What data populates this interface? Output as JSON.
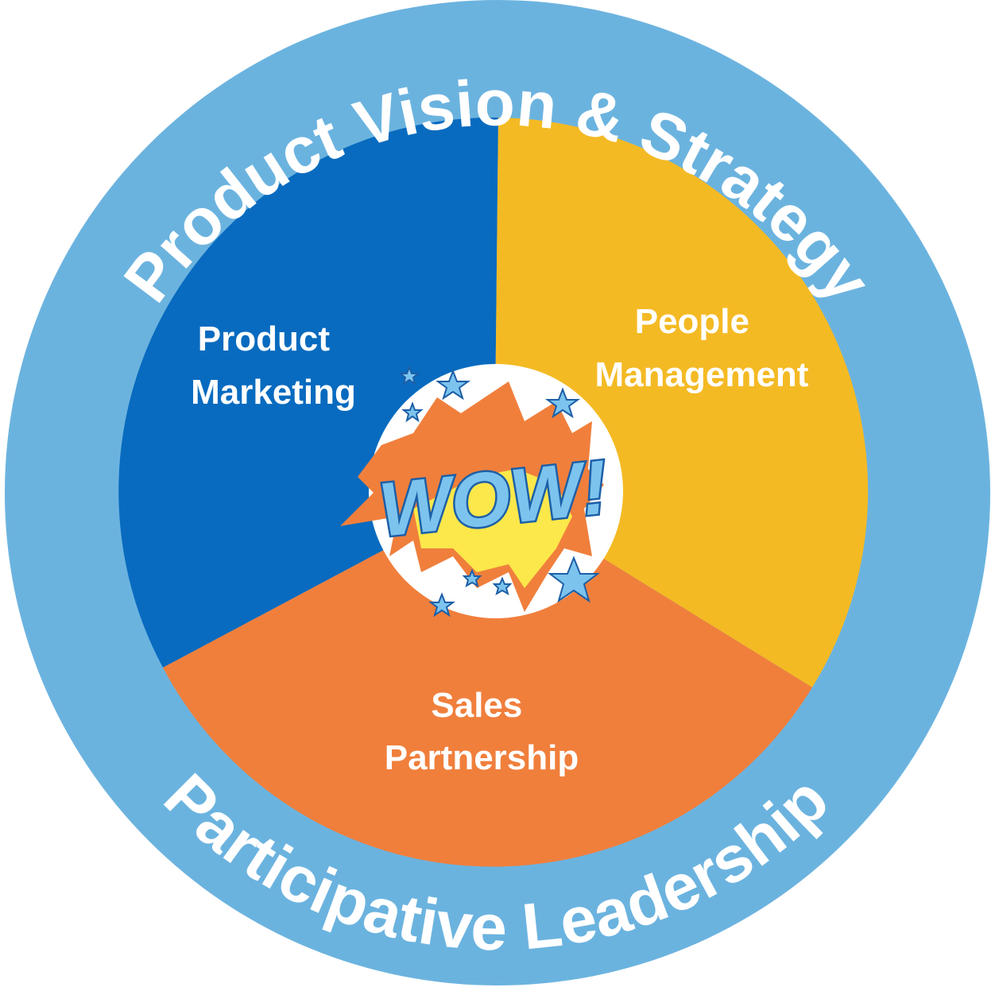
{
  "outer_ring": {
    "top_label": "Product Vision & Strategy",
    "bottom_label": "Participative Leadership",
    "color": "#6BB3DF"
  },
  "segments": [
    {
      "line1": "Product",
      "line2": "Marketing",
      "color": "#086BBF"
    },
    {
      "line1": "People",
      "line2": "Management",
      "color": "#F4BA24"
    },
    {
      "line1": "Sales",
      "line2": "Partnership",
      "color": "#F07F3C"
    }
  ],
  "center": {
    "label": "WOW!",
    "burst_color": "#F07F3C",
    "dots_color": "#FCE84A",
    "star_color": "#7CC4EE"
  }
}
